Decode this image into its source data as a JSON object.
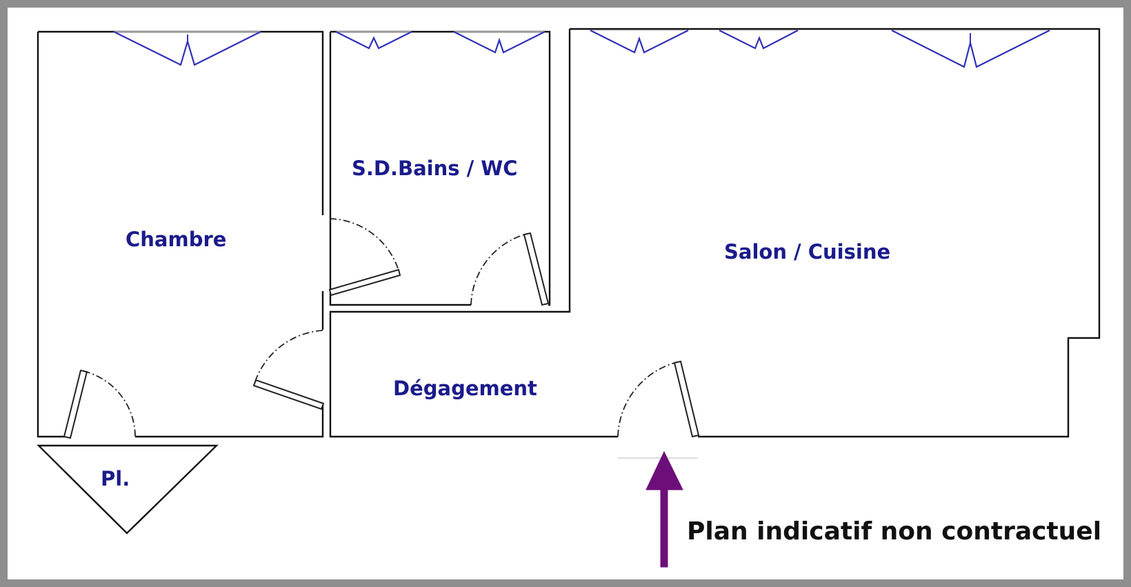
{
  "rooms": {
    "chambre": "Chambre",
    "sdb": "S.D.Bains / WC",
    "salon": "Salon / Cuisine",
    "degagement": "Dégagement",
    "placard": "Pl."
  },
  "note": "Plan indicatif non contractuel",
  "colors": {
    "walls": "#111111",
    "windows": "#3030b8",
    "room_labels": "#1b1b8c",
    "entrance_arrow": "#6d0f79",
    "background": "#ffffff",
    "frame": "#8e8e8e"
  }
}
